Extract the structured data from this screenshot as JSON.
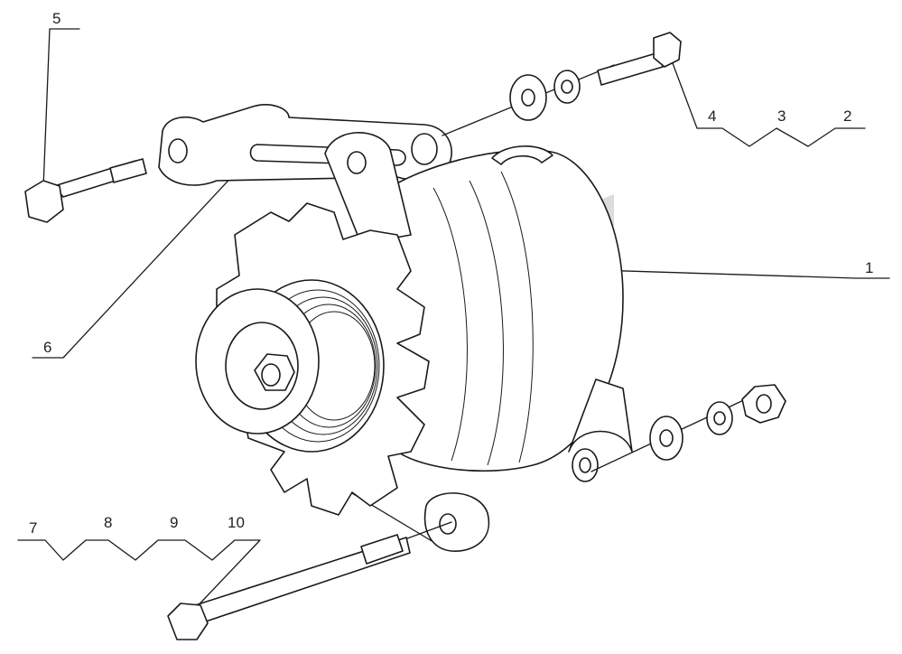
{
  "diagram": {
    "callouts": {
      "c1": "1",
      "c2": "2",
      "c3": "3",
      "c4": "4",
      "c5": "5",
      "c6": "6",
      "c7": "7",
      "c8": "8",
      "c9": "9",
      "c10": "10"
    },
    "watermark_color": "#d8d8d8",
    "line_color": "#1a1a1a"
  }
}
